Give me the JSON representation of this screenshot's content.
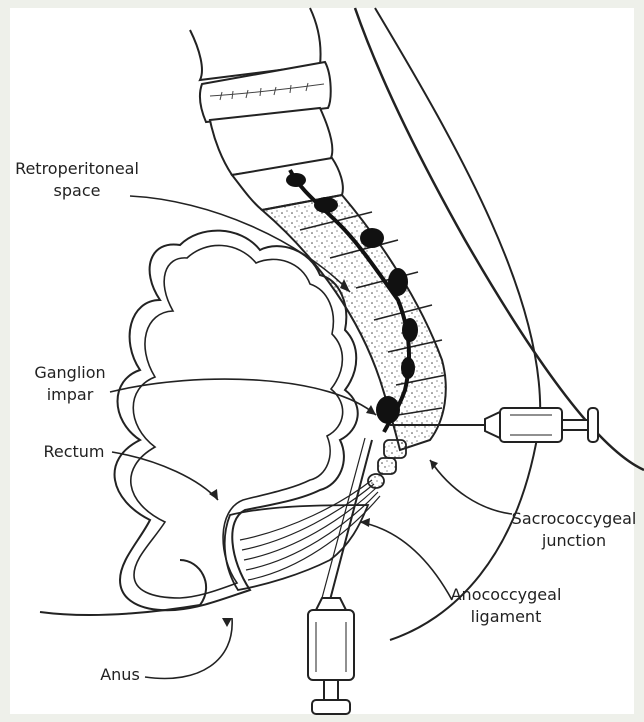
{
  "labels": {
    "retroperitoneal": {
      "line1": "Retroperitoneal",
      "line2": "space"
    },
    "ganglion": {
      "line1": "Ganglion",
      "line2": "impar"
    },
    "rectum": {
      "line1": "Rectum"
    },
    "anus": {
      "line1": "Anus"
    },
    "sacrococcygeal": {
      "line1": "Sacrococcygeal",
      "line2": "junction"
    },
    "anococcygeal": {
      "line1": "Anococcygeal",
      "line2": "ligament"
    }
  },
  "colors": {
    "background": "#eef0ea",
    "panel": "#ffffff",
    "ink": "#222222",
    "ganglion_chain": "#111111"
  }
}
